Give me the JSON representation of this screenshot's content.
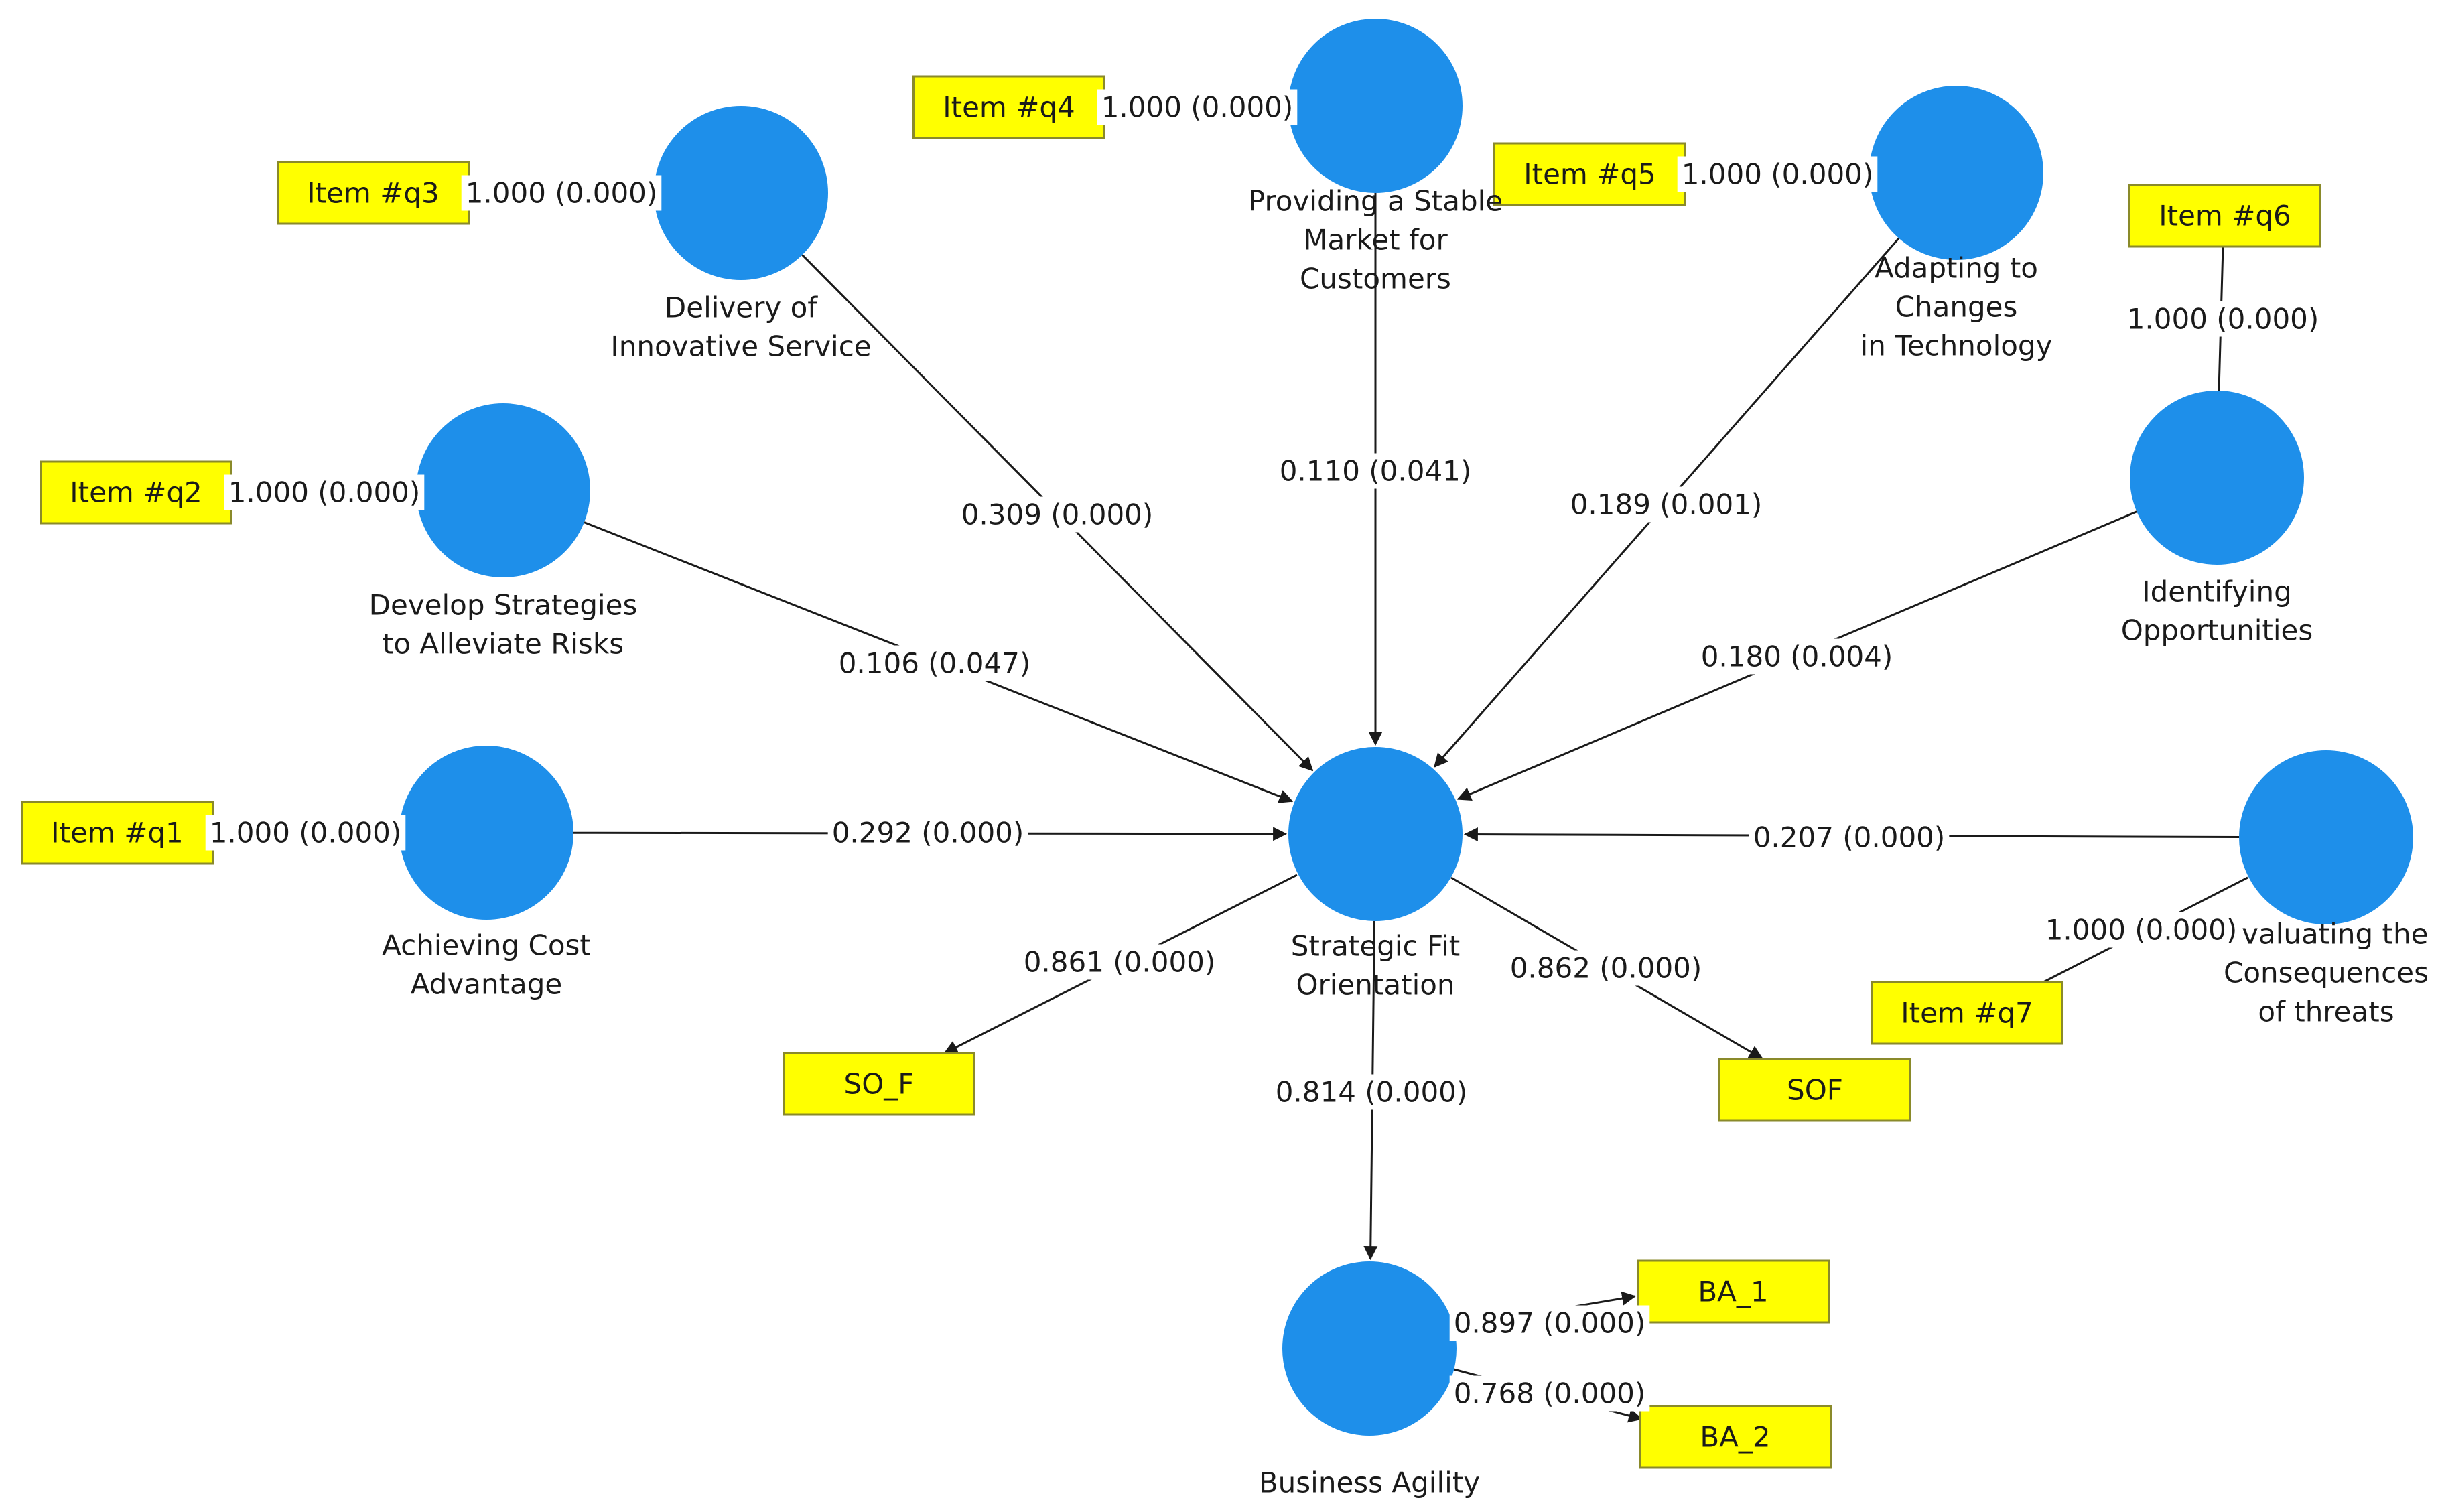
{
  "diagram": {
    "colors": {
      "construct_fill": "#1E8FEA",
      "item_fill": "#FFFF00",
      "item_border": "#8A8A2A",
      "line": "#1a1a1a",
      "text": "#1a1a1a"
    },
    "constructs": [
      {
        "id": "q1",
        "label_lines": [
          "Achieving Cost",
          "Advantage"
        ]
      },
      {
        "id": "q2",
        "label_lines": [
          "Develop Strategies",
          "to Alleviate Risks"
        ]
      },
      {
        "id": "q3",
        "label_lines": [
          "Delivery of",
          "Innovative Service"
        ]
      },
      {
        "id": "q4",
        "label_lines": [
          "Providing a Stable",
          "Market for",
          "Customers"
        ]
      },
      {
        "id": "q5",
        "label_lines": [
          "Adapting to",
          "Changes",
          "in Technology"
        ]
      },
      {
        "id": "q6",
        "label_lines": [
          "Identifying",
          "Opportunities"
        ]
      },
      {
        "id": "q7",
        "label_lines": [
          "Evaluating the",
          "Consequences",
          "of threats"
        ]
      },
      {
        "id": "sfo",
        "label_lines": [
          "Strategic Fit",
          "Orientation"
        ]
      },
      {
        "id": "ba",
        "label_lines": [
          "Business Agility"
        ]
      }
    ],
    "items": [
      {
        "id": "iq1",
        "label": "Item #q1"
      },
      {
        "id": "iq2",
        "label": "Item #q2"
      },
      {
        "id": "iq3",
        "label": "Item #q3"
      },
      {
        "id": "iq4",
        "label": "Item #q4"
      },
      {
        "id": "iq5",
        "label": "Item #q5"
      },
      {
        "id": "iq6",
        "label": "Item #q6"
      },
      {
        "id": "iq7",
        "label": "Item #q7"
      },
      {
        "id": "so_f",
        "label": "SO_F"
      },
      {
        "id": "sof",
        "label": "SOF"
      },
      {
        "id": "ba_1",
        "label": "BA_1"
      },
      {
        "id": "ba_2",
        "label": "BA_2"
      }
    ],
    "loadings": [
      {
        "item": "iq1",
        "construct": "q1",
        "value": "1.000 (0.000)"
      },
      {
        "item": "iq2",
        "construct": "q2",
        "value": "1.000 (0.000)"
      },
      {
        "item": "iq3",
        "construct": "q3",
        "value": "1.000 (0.000)"
      },
      {
        "item": "iq4",
        "construct": "q4",
        "value": "1.000 (0.000)"
      },
      {
        "item": "iq5",
        "construct": "q5",
        "value": "1.000 (0.000)"
      },
      {
        "item": "iq6",
        "construct": "q6",
        "value": "1.000 (0.000)"
      },
      {
        "item": "iq7",
        "construct": "q7",
        "value": "1.000 (0.000)"
      },
      {
        "item": "so_f",
        "construct": "sfo",
        "value": "0.861 (0.000)"
      },
      {
        "item": "sof",
        "construct": "sfo",
        "value": "0.862 (0.000)"
      },
      {
        "item": "ba_1",
        "construct": "ba",
        "value": "0.897 (0.000)"
      },
      {
        "item": "ba_2",
        "construct": "ba",
        "value": "0.768 (0.000)"
      }
    ],
    "paths": [
      {
        "from": "q1",
        "to": "sfo",
        "value": "0.292 (0.000)"
      },
      {
        "from": "q2",
        "to": "sfo",
        "value": "0.106 (0.047)"
      },
      {
        "from": "q3",
        "to": "sfo",
        "value": "0.309 (0.000)"
      },
      {
        "from": "q4",
        "to": "sfo",
        "value": "0.110 (0.041)"
      },
      {
        "from": "q5",
        "to": "sfo",
        "value": "0.189 (0.001)"
      },
      {
        "from": "q6",
        "to": "sfo",
        "value": "0.180 (0.004)"
      },
      {
        "from": "q7",
        "to": "sfo",
        "value": "0.207 (0.000)"
      },
      {
        "from": "sfo",
        "to": "ba",
        "value": "0.814 (0.000)"
      }
    ]
  }
}
